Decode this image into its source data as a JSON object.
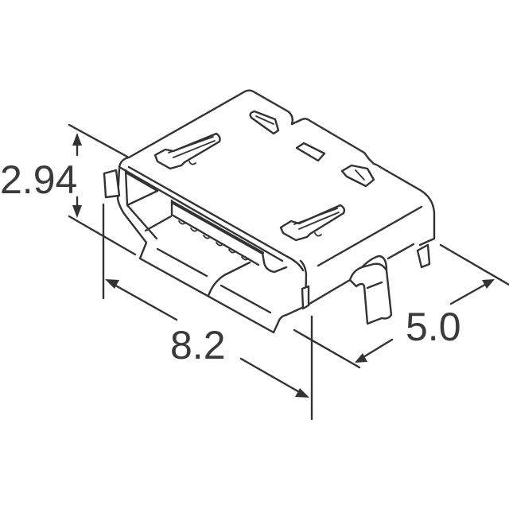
{
  "diagram": {
    "subject": "Micro USB connector isometric outline",
    "line_color": "#333333",
    "background": "#ffffff"
  },
  "dimensions": {
    "height": {
      "label": "2.94"
    },
    "length": {
      "label": "8.2"
    },
    "depth": {
      "label": "5.0"
    }
  }
}
